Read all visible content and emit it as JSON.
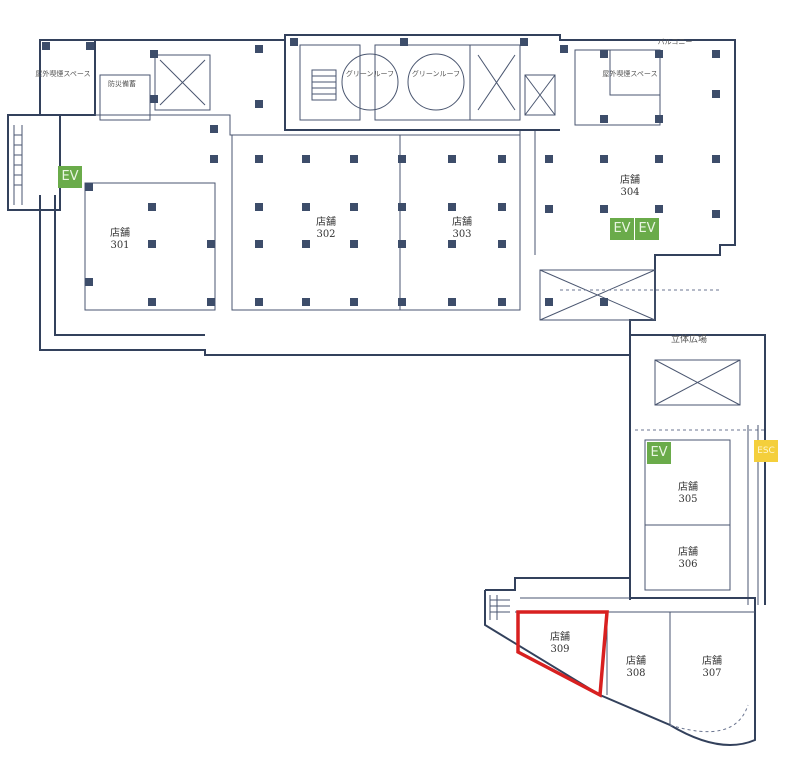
{
  "stores": [
    {
      "name": "店舗",
      "number": "301"
    },
    {
      "name": "店舗",
      "number": "302"
    },
    {
      "name": "店舗",
      "number": "303"
    },
    {
      "name": "店舗",
      "number": "304"
    },
    {
      "name": "店舗",
      "number": "305"
    },
    {
      "name": "店舗",
      "number": "306"
    },
    {
      "name": "店舗",
      "number": "307"
    },
    {
      "name": "店舗",
      "number": "308"
    },
    {
      "name": "店舗",
      "number": "309"
    }
  ],
  "highlighted_store": "309",
  "highlight_color": "#d82020",
  "ev_label": "EV",
  "esc_label": "ESC",
  "ev_color": "#6aab4a",
  "esc_color": "#f4cf3c",
  "areas": {
    "plaza": "立体広場",
    "smoking_left": "屋外喫煙スペース",
    "smoking_right": "屋外喫煙スペース",
    "balcony": "バルコニー",
    "green_roof_1": "グリーンルーフ",
    "green_roof_2": "グリーンルーフ",
    "disaster": "防災備蓄"
  }
}
